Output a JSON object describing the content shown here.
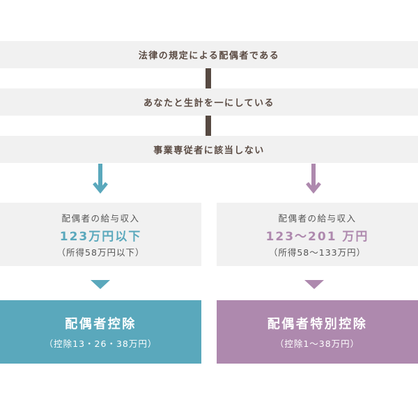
{
  "colors": {
    "teal": "#5aa8bc",
    "purple": "#ae89ae",
    "gray": "#f1f1f1",
    "connector": "#574a42"
  },
  "conditions": [
    "法律の規定による配偶者である",
    "あなたと生計を一にしている",
    "事業専従者に該当しない"
  ],
  "left": {
    "income_label": "配偶者の給与収入",
    "income_range": "123万円以下",
    "income_note": "（所得58万円以下）",
    "result_title": "配偶者控除",
    "result_note": "（控除13・26・38万円）"
  },
  "right": {
    "income_label": "配偶者の給与収入",
    "income_range": "123～201 万円",
    "income_note": "（所得58～133万円）",
    "result_title": "配偶者特別控除",
    "result_note": "（控除1～38万円）"
  }
}
